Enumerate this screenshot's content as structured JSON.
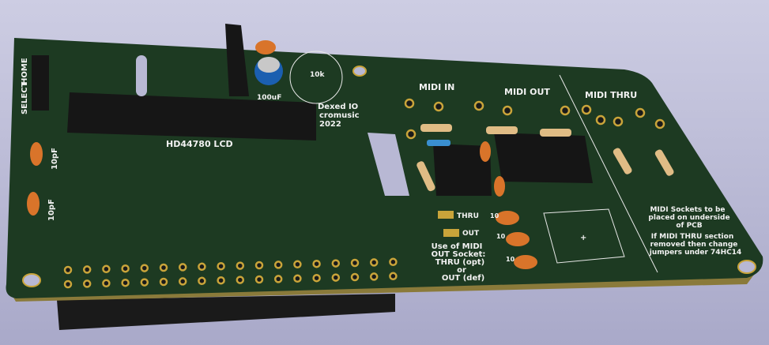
{
  "board": {
    "title_lines": [
      "Dexed IO",
      "cromusic",
      "2022"
    ],
    "lcd_label": "HD44780 LCD",
    "header_labels": [
      "SELECT",
      "HOME"
    ],
    "capacitor_label": "100uF",
    "pot_label": "10k",
    "cap_labels": [
      "10pF",
      "10pF"
    ],
    "midi_in": "MIDI IN",
    "midi_out": "MIDI OUT",
    "midi_thru": "MIDI THRU",
    "jumper_thru": "THRU",
    "jumper_out": "OUT",
    "socket_note": [
      "Use of MIDI",
      "OUT Socket:",
      "THRU (opt)",
      "or",
      "OUT (def)"
    ],
    "placement_note": [
      "MIDI Sockets to be",
      "placed on underside",
      "of PCB",
      "",
      "If MIDI THRU section",
      "removed then change",
      "jumpers under 74HC14"
    ],
    "small_cap_labels": [
      "10",
      "10",
      "10"
    ]
  },
  "colors": {
    "board": "#1d3a22",
    "silk": "#f2f2f2",
    "pad": "#c9a43a",
    "background": "#b8b8d4"
  }
}
